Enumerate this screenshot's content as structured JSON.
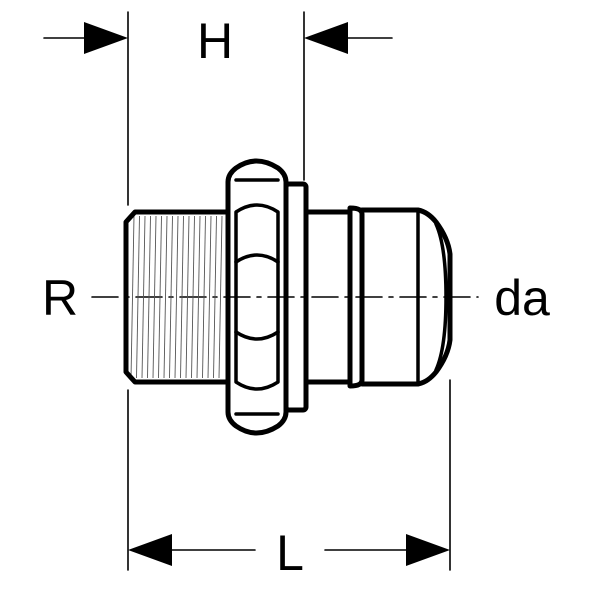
{
  "diagram": {
    "labels": {
      "H": "H",
      "L": "L",
      "R": "R",
      "da": "da"
    },
    "colors": {
      "line": "#000000",
      "background": "#ffffff"
    }
  }
}
